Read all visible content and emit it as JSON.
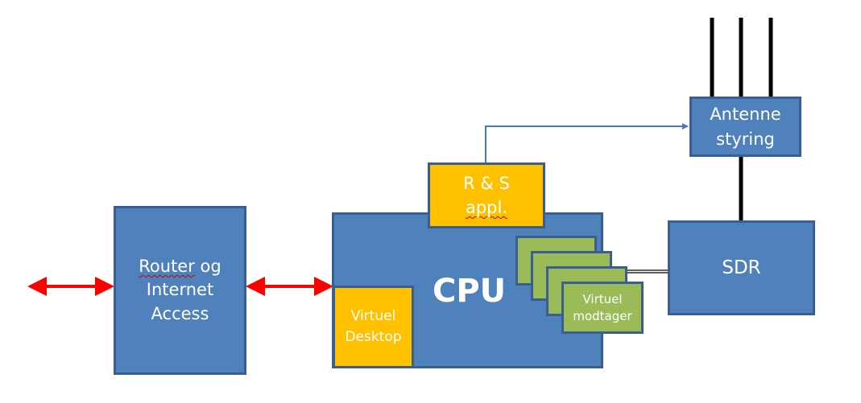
{
  "diagram": {
    "colors": {
      "box_blue": "#4f81bd",
      "border": "#3a5f8f",
      "orange": "#ffc000",
      "green": "#9bbb59",
      "arrow_red": "#ff0000",
      "line_black": "#000000",
      "connector_blue": "#4a7ab5"
    },
    "nodes": {
      "router": {
        "line1_underlined": "Router",
        "line1_rest": " og",
        "rest": "Internet\nAccess"
      },
      "cpu": {
        "label": "CPU"
      },
      "virtual_desktop": {
        "label": "Virtuel\nDesktop"
      },
      "rs_app": {
        "line1": "R & S",
        "line2": "appl."
      },
      "virtual_receiver": {
        "label": "Virtuel\nmodtager",
        "stack_count": 4
      },
      "sdr": {
        "label": "SDR"
      },
      "antenna_control": {
        "label": "Antenne\nstyring"
      }
    },
    "connections": [
      {
        "from": "external",
        "to": "router",
        "type": "bidirectional-arrow"
      },
      {
        "from": "router",
        "to": "cpu",
        "type": "bidirectional-arrow"
      },
      {
        "from": "rs_app",
        "to": "antenna_control",
        "type": "arrow"
      },
      {
        "from": "virtual_receiver",
        "to": "sdr",
        "type": "double-line"
      },
      {
        "from": "antenna_control",
        "to": "sdr",
        "type": "line"
      },
      {
        "from": "antennas",
        "to": "antenna_control",
        "type": "lines",
        "count": 3
      }
    ]
  }
}
